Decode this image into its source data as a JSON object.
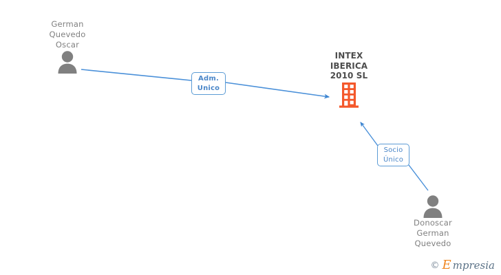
{
  "diagram": {
    "type": "corporate-relationship-graph",
    "background_color": "#ffffff",
    "nodes": {
      "person_top": {
        "name": "German\nQuevedo\nOscar",
        "icon": "person-icon",
        "icon_color": "#808080"
      },
      "company": {
        "name": "INTEX\nIBERICA\n2010 SL",
        "icon": "building-icon",
        "icon_color": "#f4582b"
      },
      "person_bottom": {
        "name": "Donoscar\nGerman\nQuevedo",
        "icon": "person-icon",
        "icon_color": "#808080"
      }
    },
    "relations": {
      "adm_unico": {
        "label": "Adm.\nUnico",
        "from": "person_top",
        "to": "company",
        "edge_color": "#4a90d9"
      },
      "socio_unico": {
        "label": "Socio\nÚnico",
        "from": "person_bottom",
        "to": "company",
        "edge_color": "#4a90d9"
      }
    }
  },
  "watermark": {
    "copyright": "©",
    "brand_initial": "E",
    "brand_rest": "mpresia"
  }
}
